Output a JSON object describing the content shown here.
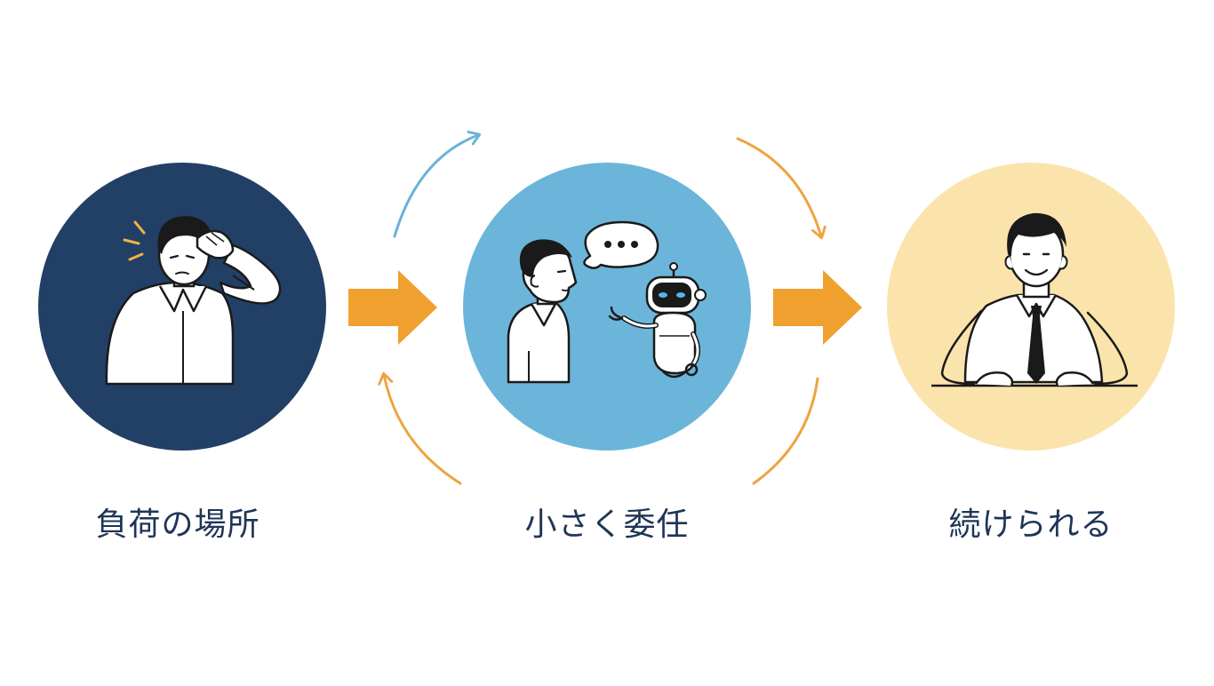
{
  "steps": [
    {
      "label": "負荷の場所",
      "illustration": "stressed-person-icon",
      "circle_color": "#223f66"
    },
    {
      "label": "小さく委任",
      "illustration": "person-talking-to-robot-icon",
      "circle_color": "#6bb5da"
    },
    {
      "label": "続けられる",
      "illustration": "relaxed-person-icon",
      "circle_color": "#fbe3ac"
    }
  ],
  "colors": {
    "arrow_orange": "#f0a02e",
    "cycle_blue": "#67b3d9",
    "cycle_orange": "#eda440",
    "label_text": "#1f3556",
    "line_art": "#1a1a1a"
  }
}
